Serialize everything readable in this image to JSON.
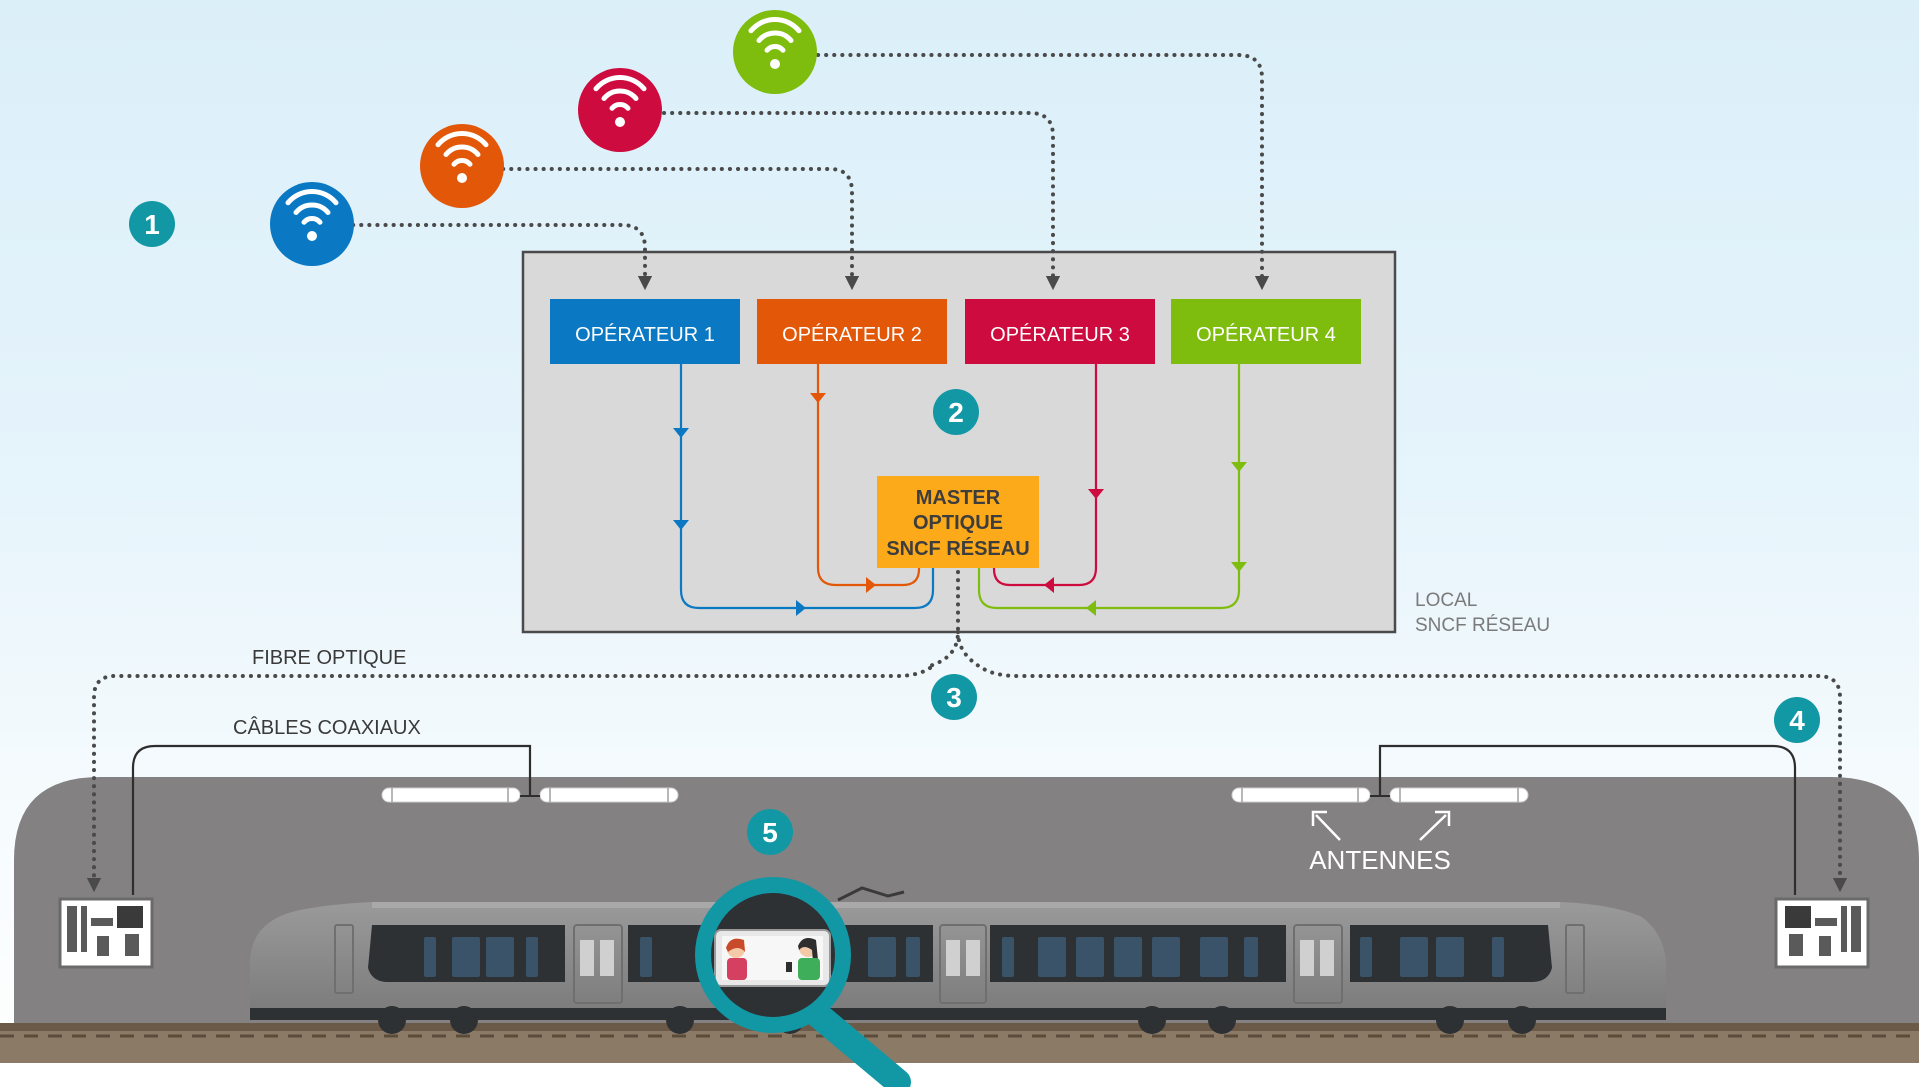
{
  "steps": [
    "1",
    "2",
    "3",
    "4",
    "5"
  ],
  "operators": [
    {
      "label": "OPÉRATEUR 1",
      "color": "#0a78c2"
    },
    {
      "label": "OPÉRATEUR 2",
      "color": "#e25708"
    },
    {
      "label": "OPÉRATEUR 3",
      "color": "#cd0b3e"
    },
    {
      "label": "OPÉRATEUR 4",
      "color": "#7ebd0e"
    }
  ],
  "master": {
    "line1": "MASTER",
    "line2": "OPTIQUE",
    "line3": "SNCF RÉSEAU",
    "color": "#fcaa1a"
  },
  "local": {
    "line1": "LOCAL",
    "line2": "SNCF RÉSEAU"
  },
  "labels": {
    "fiber": "FIBRE OPTIQUE",
    "coax": "CÂBLES COAXIAUX",
    "antennas": "ANTENNES"
  },
  "colors": {
    "teal": "#1297a5",
    "tunnel": "#838181",
    "train": "#8a8a8a",
    "window": "#2e3133",
    "box_bg": "#d9d9d9"
  },
  "icons": [
    "wifi-icon",
    "magnifier-icon",
    "repeater-icon",
    "antenna-icon",
    "train-icon"
  ]
}
